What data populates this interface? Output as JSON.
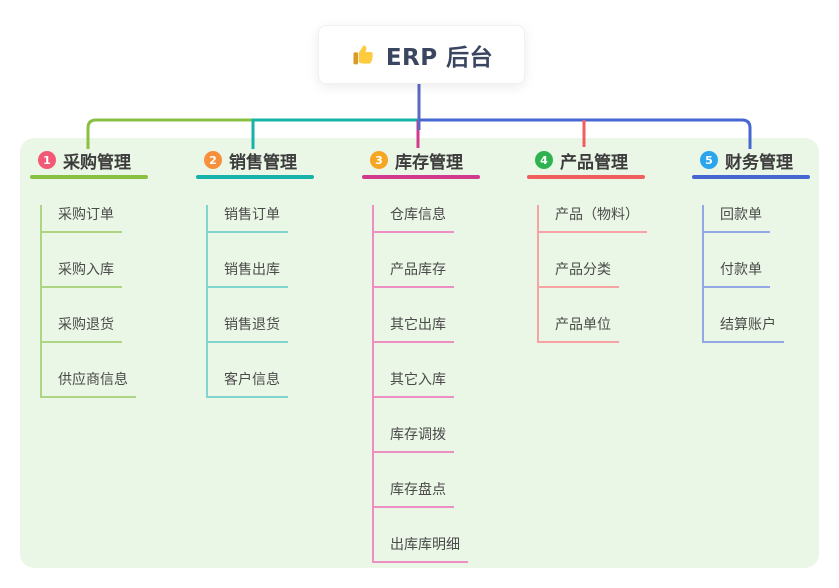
{
  "root": {
    "label": "ERP 后台",
    "icon": "thumbs-up",
    "line_color": "#5b68c6",
    "text_color": "#3a4660"
  },
  "canvas": {
    "background": "#ffffff",
    "panel_bg": "#ebf7e6"
  },
  "branches": [
    {
      "num": "1",
      "label": "采购管理",
      "color": "#88c043",
      "light_color": "#aed581",
      "badge_color": "#f35977",
      "children": [
        "采购订单",
        "采购入库",
        "采购退货",
        "供应商信息"
      ]
    },
    {
      "num": "2",
      "label": "销售管理",
      "color": "#17b3ab",
      "light_color": "#80d6cf",
      "badge_color": "#f7903c",
      "children": [
        "销售订单",
        "销售出库",
        "销售退货",
        "客户信息"
      ]
    },
    {
      "num": "3",
      "label": "库存管理",
      "color": "#d23a8e",
      "light_color": "#ee8fc4",
      "badge_color": "#f6a623",
      "children": [
        "仓库信息",
        "产品库存",
        "其它出库",
        "其它入库",
        "库存调拨",
        "库存盘点",
        "出库库明细"
      ]
    },
    {
      "num": "4",
      "label": "产品管理",
      "color": "#f15e5e",
      "light_color": "#f7a3a3",
      "badge_color": "#2fb350",
      "children": [
        "产品（物料）",
        "产品分类",
        "产品单位"
      ]
    },
    {
      "num": "5",
      "label": "财务管理",
      "color": "#4667d2",
      "light_color": "#92a7e3",
      "badge_color": "#2ba6ec",
      "children": [
        "回款单",
        "付款单",
        "结算账户"
      ]
    }
  ]
}
